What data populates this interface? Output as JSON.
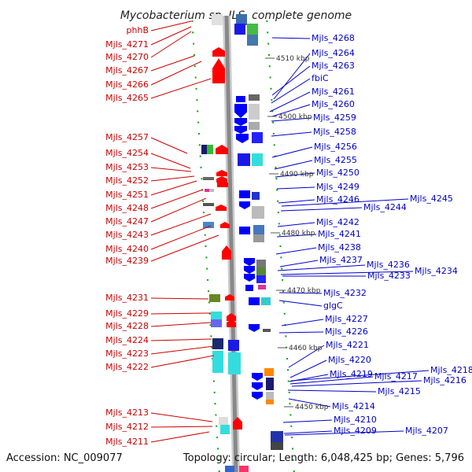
{
  "title": "Mycobacterium sp. JLS, complete genome",
  "accession": "Accession: NC_009077",
  "topology": "Topology: circular; Length: 6,048,425 bp; Genes: 5,796",
  "colors": {
    "reverse_label": "#cc0000",
    "forward_label": "#0000cc",
    "reverse_gene": "#ff0000",
    "forward_gene": "#0000ff",
    "backbone": "#808080",
    "tick": "#00aa00"
  },
  "left_labels": [
    "phhB",
    "Mjls_4271",
    "Mjls_4270",
    "Mjls_4267",
    "Mjls_4266",
    "Mjls_4265",
    "Mjls_4257",
    "Mjls_4254",
    "Mjls_4253",
    "Mjls_4252",
    "Mjls_4251",
    "Mjls_4248",
    "Mjls_4247",
    "Mjls_4243",
    "Mjls_4240",
    "Mjls_4239",
    "Mjls_4231",
    "Mjls_4229",
    "Mjls_4228",
    "Mjls_4224",
    "Mjls_4223",
    "Mjls_4222",
    "Mjls_4213",
    "Mjls_4212",
    "Mjls_4211"
  ],
  "right_labels": [
    "Mjls_4268",
    "Mjls_4264",
    "Mjls_4263",
    "fbiC",
    "Mjls_4261",
    "Mjls_4260",
    "Mjls_4259",
    "Mjls_4258",
    "Mjls_4256",
    "Mjls_4255",
    "Mjls_4250",
    "Mjls_4249",
    "Mjls_4246",
    "Mjls_4245",
    "Mjls_4244",
    "Mjls_4242",
    "Mjls_4241",
    "Mjls_4238",
    "Mjls_4237",
    "Mjls_4236",
    "Mjls_4234",
    "Mjls_4233",
    "Mjls_4232",
    "glgC",
    "Mjls_4227",
    "Mjls_4226",
    "Mjls_4221",
    "Mjls_4220",
    "Mjls_4218",
    "Mjls_4219",
    "Mjls_4217",
    "Mjls_4216",
    "Mjls_4215",
    "Mjls_4214",
    "Mjls_4210",
    "Mjls_4209",
    "Mjls_4207"
  ],
  "kbp_labels": [
    "4510 kbp",
    "4500 kbp",
    "4490 kbp",
    "4480 kbp",
    "4470 kbp",
    "4460 kbp",
    "4450 kbp"
  ]
}
